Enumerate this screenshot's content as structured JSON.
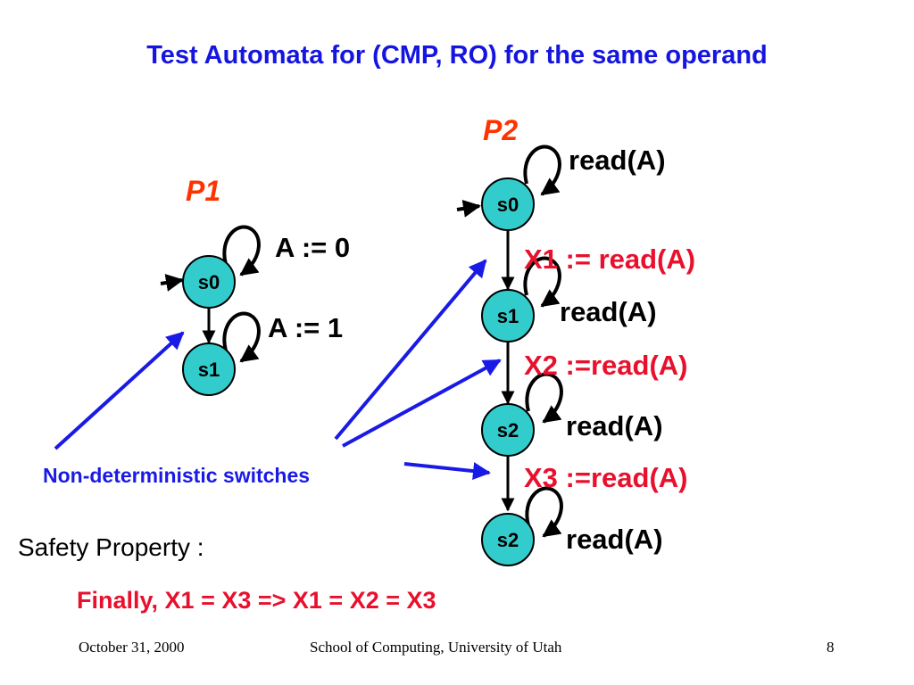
{
  "title": "Test Automata for (CMP, RO) for the same operand",
  "colors": {
    "title": "#1515e0",
    "process": "#ff3300",
    "red_label": "#e8102d",
    "blue": "#1a1ae6",
    "state_fill": "#33cccc"
  },
  "p1": {
    "name": "P1",
    "states": [
      "s0",
      "s1"
    ],
    "loops": [
      "A := 0",
      "A := 1"
    ]
  },
  "p2": {
    "name": "P2",
    "states": [
      "s0",
      "s1",
      "s2",
      "s2"
    ],
    "loops": [
      "read(A)",
      "read(A)",
      "read(A)",
      "read(A)"
    ],
    "transitions": [
      "X1 := read(A)",
      "X2 :=read(A)",
      "X3 :=read(A)"
    ]
  },
  "note": "Non-deterministic switches",
  "safety_label": "Safety Property :",
  "safety_formula": {
    "prefix": "Finally,",
    "formula": "X1 = X3 => X1 = X2 = X3"
  },
  "footer": {
    "date": "October 31, 2000",
    "org": "School of Computing, University of Utah",
    "page": "8"
  }
}
